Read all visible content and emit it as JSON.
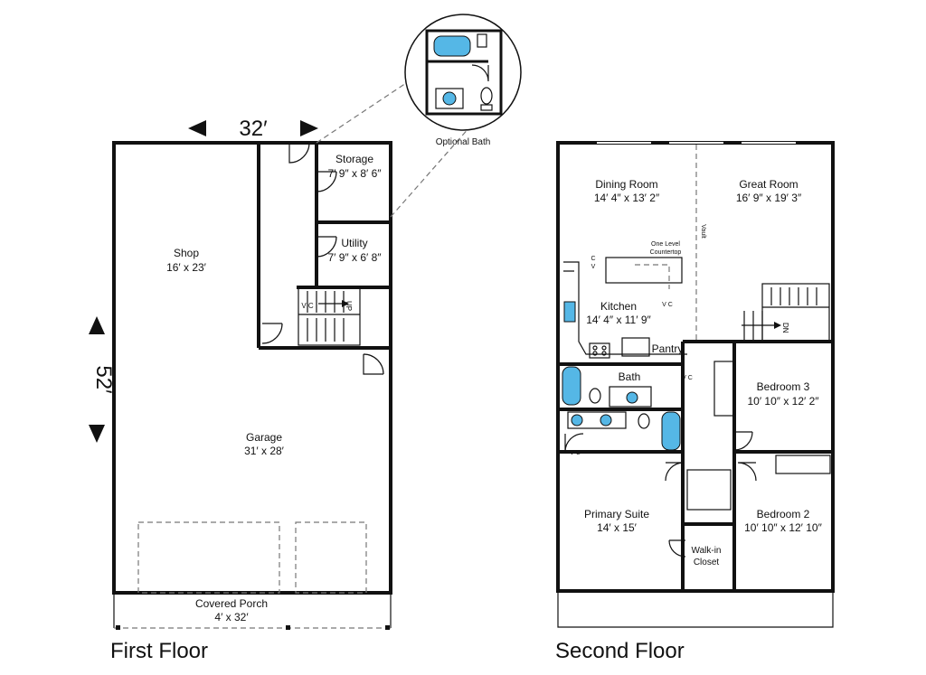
{
  "first_floor": {
    "title": "First Floor",
    "width_dim": "32′",
    "depth_dim": "52′",
    "rooms": [
      {
        "name": "Shop",
        "size": "16′ x 23′"
      },
      {
        "name": "Storage",
        "size": "7′ 9″ x 8′ 6″"
      },
      {
        "name": "Utility",
        "size": "7′ 9″ x 6′ 8″"
      },
      {
        "name": "Garage",
        "size": "31′ x 28′"
      },
      {
        "name": "Covered Porch",
        "size": "4′ x 32′"
      }
    ],
    "optional_bath": "Optional Bath",
    "stair_label": "UP",
    "vc_label": "V C"
  },
  "second_floor": {
    "title": "Second Floor",
    "rooms": [
      {
        "name": "Dining Room",
        "size": "14′ 4″ x 13′ 2″"
      },
      {
        "name": "Great Room",
        "size": "16′ 9″ x 19′ 3″"
      },
      {
        "name": "Kitchen",
        "size": "14′ 4″ x 11′ 9″"
      },
      {
        "name": "Bedroom 3",
        "size": "10′ 10″ x 12′ 2″"
      },
      {
        "name": "Bedroom 2",
        "size": "10′ 10″ x 12′ 10″"
      },
      {
        "name": "Primary Suite",
        "size": "14′ x 15′"
      }
    ],
    "bath": "Bath",
    "pantry": "Pantry",
    "walkin_line1": "Walk-in",
    "walkin_line2": "Closet",
    "countertop_line1": "One Level",
    "countertop_line2": "Countertop",
    "vault": "Vault",
    "stair_label": "DN",
    "c_label": "C",
    "v_label": "V",
    "vc_label": "V C"
  }
}
